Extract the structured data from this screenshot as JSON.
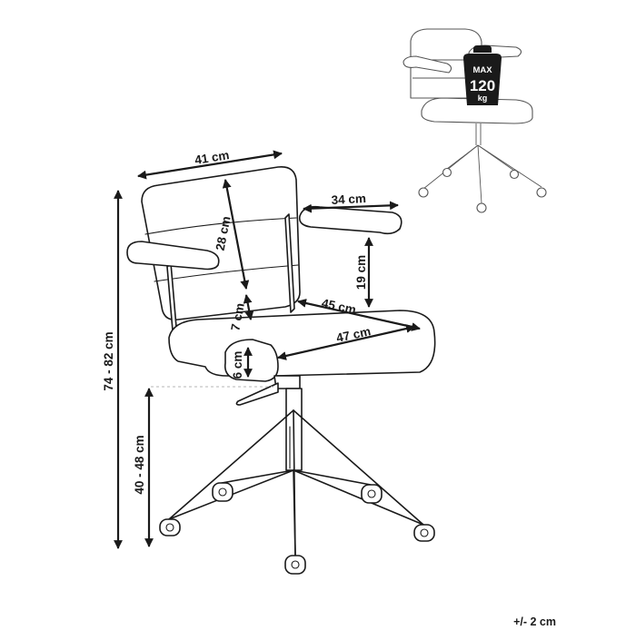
{
  "dimensions": {
    "width_back": "41 cm",
    "backrest_height": "28 cm",
    "armrest_length": "34 cm",
    "armrest_height": "19 cm",
    "backrest_gap": "7 cm",
    "seat_width": "45 cm",
    "seat_depth": "47 cm",
    "seat_thickness": "6 cm",
    "total_height": "74 - 82 cm",
    "seat_height": "40 - 48 cm"
  },
  "weight_badge": {
    "top": "MAX",
    "value": "120",
    "unit": "kg"
  },
  "tolerance": "+/- 2 cm"
}
